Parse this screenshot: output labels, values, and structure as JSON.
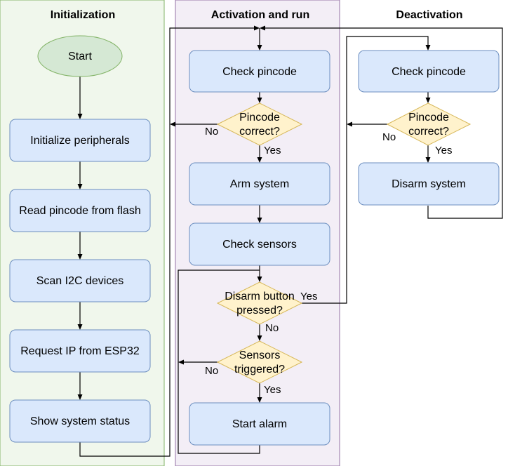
{
  "lanes": {
    "init": {
      "title": "Initialization",
      "fill": "#f0f7ec",
      "stroke": "#82b366"
    },
    "run": {
      "title": "Activation and run",
      "fill": "#f3eef6",
      "stroke": "#9673a6"
    },
    "deact": {
      "title": "Deactivation"
    }
  },
  "nodes": {
    "start": "Start",
    "init_peripherals": "Initialize peripherals",
    "read_pincode": "Read pincode from flash",
    "scan_i2c": "Scan I2C devices",
    "request_ip": "Request IP from ESP32",
    "show_status": "Show system status",
    "check_pincode_run": "Check pincode",
    "pincode_correct_run": [
      "Pincode",
      "correct?"
    ],
    "arm_system": "Arm system",
    "check_sensors": "Check sensors",
    "disarm_pressed": [
      "Disarm button",
      "pressed?"
    ],
    "sensors_triggered": [
      "Sensors",
      "triggered?"
    ],
    "start_alarm": "Start alarm",
    "check_pincode_deact": "Check pincode",
    "pincode_correct_deact": [
      "Pincode",
      "correct?"
    ],
    "disarm_system": "Disarm system"
  },
  "edge_labels": {
    "pin_run_no": "No",
    "pin_run_yes": "Yes",
    "disarm_yes": "Yes",
    "disarm_no": "No",
    "sensors_no": "No",
    "sensors_yes": "Yes",
    "pin_deact_no": "No",
    "pin_deact_yes": "Yes"
  }
}
